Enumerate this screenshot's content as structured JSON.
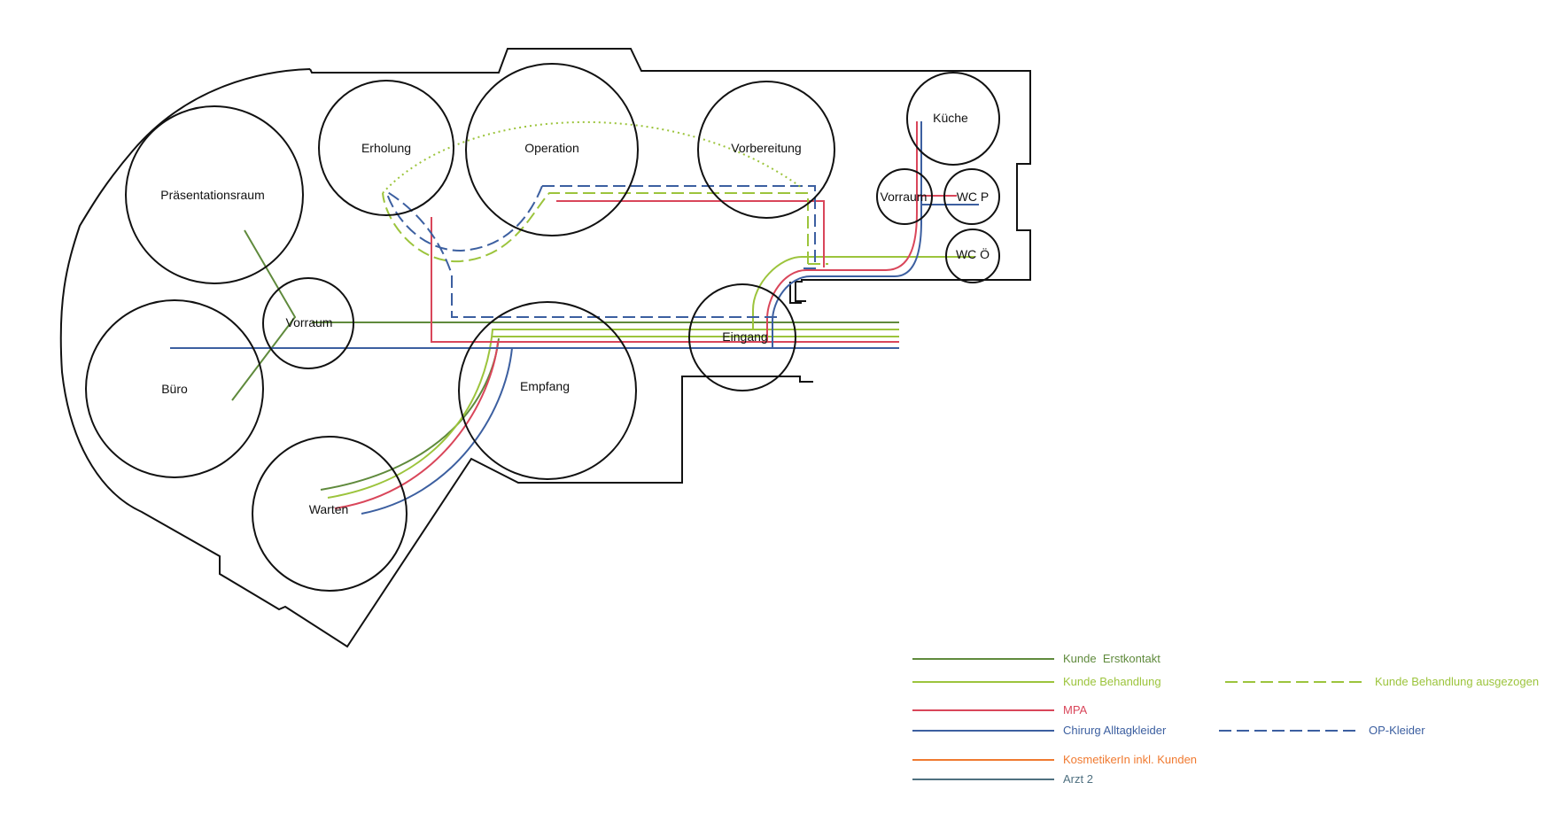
{
  "rooms": {
    "praesentation": "Präsentationsraum",
    "erholung": "Erholung",
    "operation": "Operation",
    "vorbereitung": "Vorbereitung",
    "kueche": "Küche",
    "vorraum_right": "Vorraum",
    "wc_p": "WC P",
    "wc_oe": "WC Ö",
    "vorraum_left": "Vorraum",
    "buero": "Büro",
    "empfang": "Empfang",
    "eingang": "Eingang",
    "warten": "Warten"
  },
  "legend": {
    "kunde_erstkontakt": "Kunde  Erstkontakt",
    "kunde_behandlung": "Kunde Behandlung",
    "kunde_behandlung_ausgezogen": "Kunde Behandlung ausgezogen",
    "mpa": "MPA",
    "chirurg_alltagkleider": "Chirurg Alltagkleider",
    "op_kleider": "OP-Kleider",
    "kosmetikerin": "KosmetikerIn inkl. Kunden",
    "arzt2": "Arzt 2"
  },
  "colors": {
    "kunde_erstkontakt": "#5f8a3c",
    "kunde_behandlung": "#9cc43c",
    "mpa": "#d9465a",
    "chirurg": "#3c5fa0",
    "kosmetikerin": "#f07a30",
    "arzt2": "#4f7080",
    "wall": "#111111"
  }
}
